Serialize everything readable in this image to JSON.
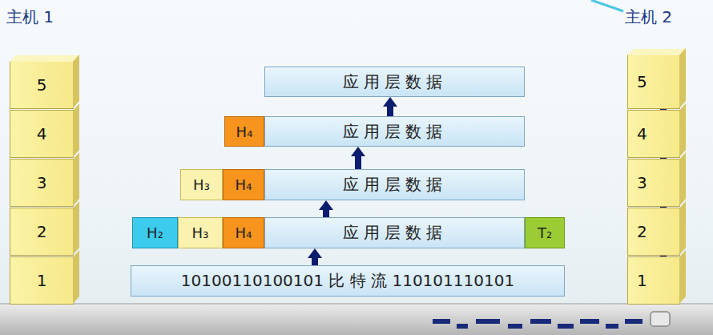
{
  "diagram": {
    "nodes": [
      {
        "text": [
          "5"
        ]
      },
      {
        "text": [
          "4"
        ]
      },
      {
        "text": [
          "3"
        ]
      },
      {
        "text": [
          "2"
        ]
      },
      {
        "text": [
          "1"
        ]
      },
      {
        "text": [
          "应用层数据"
        ]
      },
      {
        "text": [
          "H₄"
        ]
      },
      {
        "text": [
          "应用层数据"
        ]
      },
      {
        "text": [
          "H₃"
        ]
      },
      {
        "text": [
          "H₄"
        ]
      },
      {
        "text": [
          "应用层数据"
        ]
      },
      {
        "text": [
          "H₂"
        ]
      },
      {
        "text": [
          "H₃"
        ]
      },
      {
        "text": [
          "H₄"
        ]
      },
      {
        "text": [
          "应用层数据"
        ]
      },
      {
        "text": [
          "T₂"
        ]
      },
      {
        "text": [
          "10100110100101 比 特 流 110101110101"
        ]
      },
      {
        "text": [
          "5"
        ]
      },
      {
        "text": [
          "4"
        ]
      },
      {
        "text": [
          "3"
        ]
      },
      {
        "text": [
          "2"
        ]
      },
      {
        "text": [
          "1"
        ]
      }
    ],
    "edges": [
      {
        "from": 16,
        "to": 14,
        "arrow": "to"
      },
      {
        "from": 14,
        "to": 10,
        "arrow": "to"
      },
      {
        "from": 10,
        "to": 7,
        "arrow": "to"
      },
      {
        "from": 7,
        "to": 5,
        "arrow": "to"
      },
      {
        "from": 21,
        "to": 20,
        "arrow": "to"
      },
      {
        "from": 20,
        "to": 19,
        "arrow": "to"
      },
      {
        "from": 19,
        "to": 18,
        "arrow": "to"
      },
      {
        "from": 18,
        "to": 17,
        "arrow": "to"
      }
    ],
    "labels": [
      "主机 1",
      "主机 2"
    ]
  }
}
